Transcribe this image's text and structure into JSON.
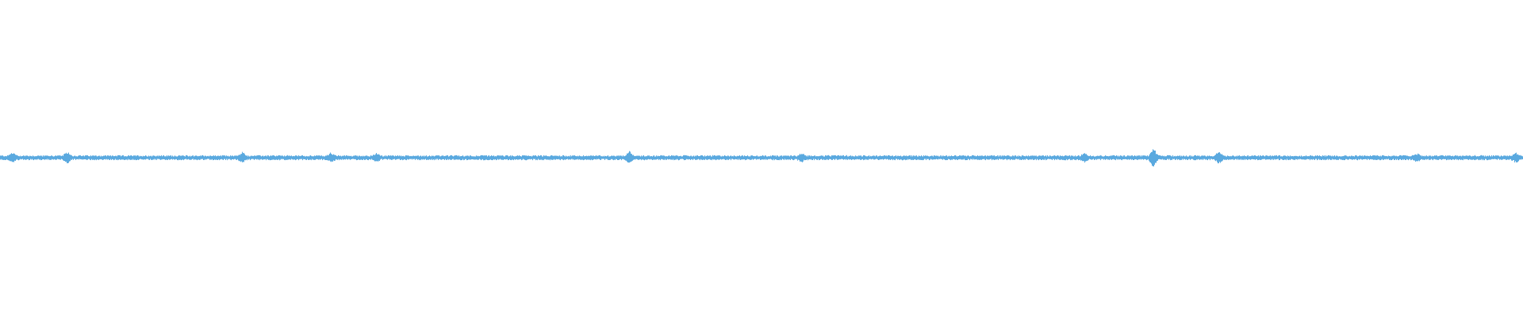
{
  "waveform": {
    "color": "#5aa9df",
    "background": "#ffffff",
    "amplitude_scale": 1.0,
    "peaks": [
      {
        "pos": 0.008,
        "amp": 0.4
      },
      {
        "pos": 0.044,
        "amp": 0.45
      },
      {
        "pos": 0.159,
        "amp": 0.4
      },
      {
        "pos": 0.217,
        "amp": 0.35
      },
      {
        "pos": 0.247,
        "amp": 0.3
      },
      {
        "pos": 0.413,
        "amp": 0.55
      },
      {
        "pos": 0.526,
        "amp": 0.3
      },
      {
        "pos": 0.712,
        "amp": 0.35
      },
      {
        "pos": 0.757,
        "amp": 0.9
      },
      {
        "pos": 0.8,
        "amp": 0.45
      },
      {
        "pos": 0.93,
        "amp": 0.3
      },
      {
        "pos": 0.995,
        "amp": 0.35
      }
    ]
  }
}
